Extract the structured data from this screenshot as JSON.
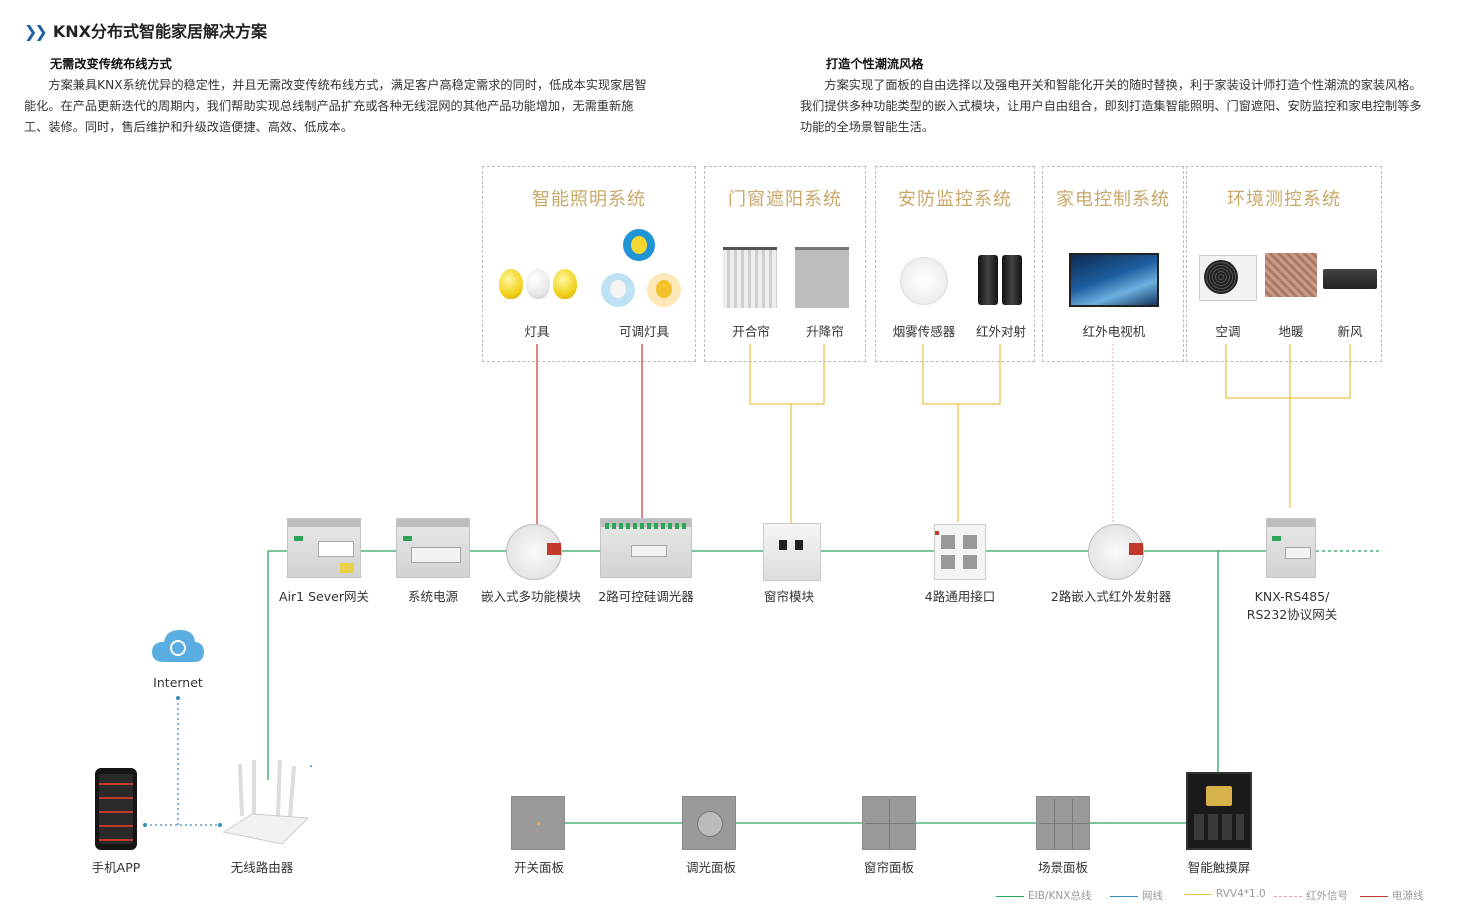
{
  "page_title": "KNX分布式智能家居解决方案",
  "intro_left": {
    "heading": "无需改变传统布线方式",
    "body": "方案兼具KNX系统优异的稳定性，并且无需改变传统布线方式，满足客户高稳定需求的同时，低成本实现家居智能化。在产品更新迭代的周期内，我们帮助实现总线制产品扩充或各种无线混网的其他产品功能增加，无需重新施工、装修。同时，售后维护和升级改造便捷、高效、低成本。"
  },
  "intro_right": {
    "heading": "打造个性潮流风格",
    "body": "方案实现了面板的自由选择以及强电开关和智能化开关的随时替换，利于家装设计师打造个性潮流的家装风格。我们提供多种功能类型的嵌入式模块，让用户自由组合，即刻打造集智能照明、门窗遮阳、安防监控和家电控制等多功能的全场景智能生活。"
  },
  "systems": [
    {
      "title": "智能照明系统",
      "devices": [
        "灯具",
        "可调灯具"
      ]
    },
    {
      "title": "门窗遮阳系统",
      "devices": [
        "开合帘",
        "升降帘"
      ]
    },
    {
      "title": "安防监控系统",
      "devices": [
        "烟雾传感器",
        "红外对射"
      ]
    },
    {
      "title": "家电控制系统",
      "devices": [
        "红外电视机"
      ]
    },
    {
      "title": "环境测控系统",
      "devices": [
        "空调",
        "地暖",
        "新风"
      ]
    }
  ],
  "bus_modules": [
    "Air1 Sever网关",
    "系统电源",
    "嵌入式多功能模块",
    "2路可控硅调光器",
    "窗帘模块",
    "4路通用接口",
    "2路嵌入式红外发射器",
    "KNX-RS485/",
    "RS232协议网关"
  ],
  "network": {
    "cloud": "Internet",
    "phone": "手机APP",
    "router": "无线路由器"
  },
  "panels": [
    "开关面板",
    "调光面板",
    "窗帘面板",
    "场景面板",
    "智能触摸屏"
  ],
  "legend": [
    "EIB/KNX总线",
    "网线",
    "RVV4*1.0",
    "红外信号",
    "电源线"
  ],
  "colors": {
    "knx": "#2aa55a",
    "net": "#3a8bbf",
    "rvv": "#e8c547",
    "ir": "#e0a8a0",
    "power": "#c0392b",
    "accent": "#c8a86a",
    "title_chevron": "#1f5fa8"
  }
}
